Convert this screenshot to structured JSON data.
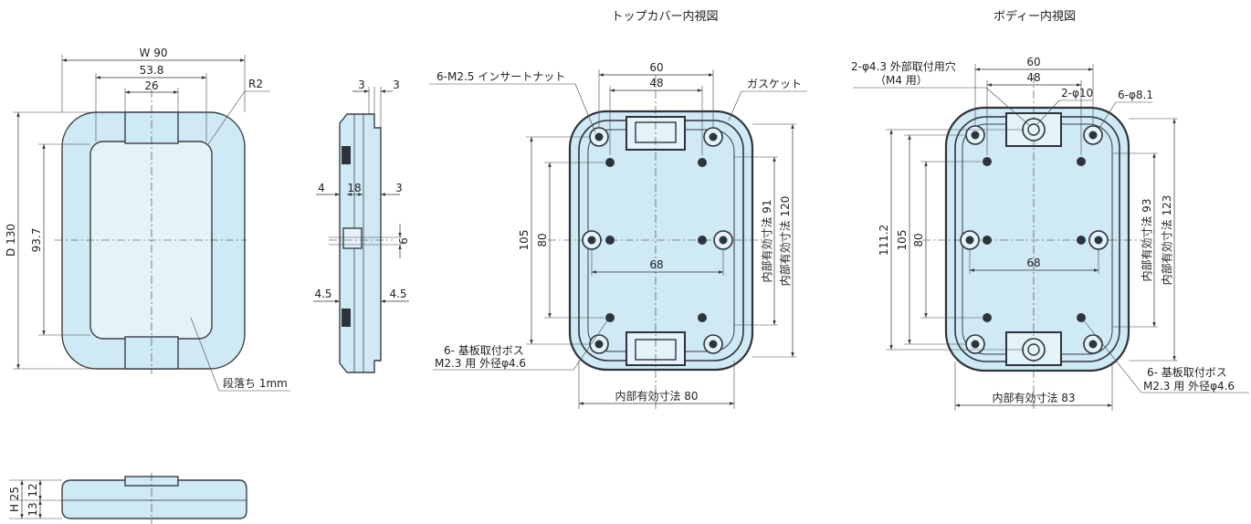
{
  "titles": {
    "top_cover": "トップカバー内視図",
    "body": "ボディー内視図"
  },
  "colors": {
    "fill": "#cfe9f5",
    "fill_light": "#e4f3fa",
    "outline": "#3a3f47",
    "dim_line": "#333333"
  },
  "front_view": {
    "w": "W 90",
    "w2": "53.8",
    "w3": "26",
    "r": "R2",
    "d": "D 130",
    "h2": "93.7",
    "step": "段落ち 1mm"
  },
  "side_view": {
    "d1": "3",
    "d2": "3",
    "d3": "4",
    "d4": "18",
    "d5": "3",
    "d6": "6",
    "d7": "4.5",
    "d8": "4.5"
  },
  "bottom_view": {
    "h": "H 25",
    "h1": "12",
    "h2": "13"
  },
  "top_cover": {
    "insert": "6-M2.5 インサートナット",
    "w1": "60",
    "w2": "48",
    "gasket": "ガスケット",
    "h1": "105",
    "h2": "80",
    "w3": "68",
    "inner_h1": "内部有効寸法 91",
    "inner_h2": "内部有効寸法 120",
    "boss1": "6- 基板取付ボス",
    "boss2": "M2.3 用 外径φ4.6",
    "inner_w": "内部有効寸法 80"
  },
  "body": {
    "hole1": "2-φ4.3 外部取付用穴",
    "hole2": "（M4 用）",
    "w1": "60",
    "w2": "48",
    "h10": "2-φ10",
    "h81": "6-φ8.1",
    "h1": "111.2",
    "h2": "105",
    "h3": "80",
    "w3": "68",
    "inner_h1": "内部有効寸法 93",
    "inner_h2": "内部有効寸法 123",
    "boss1": "6- 基板取付ボス",
    "boss2": "M2.3 用 外径φ4.6",
    "inner_w": "内部有効寸法 83"
  }
}
